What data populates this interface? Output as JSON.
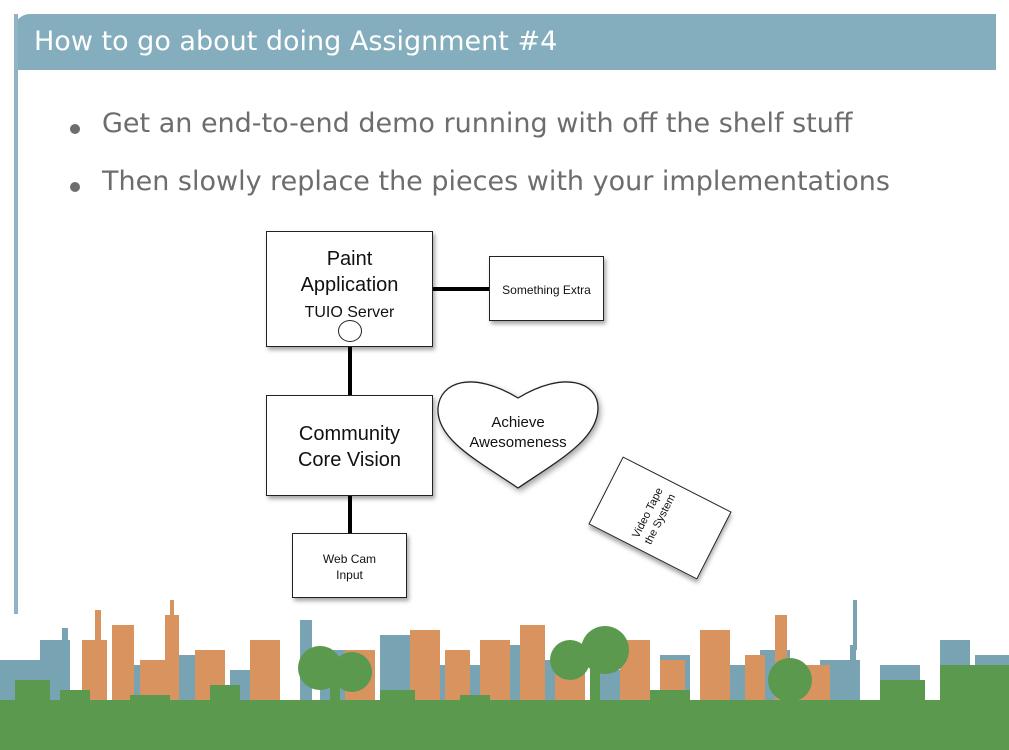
{
  "title": "How to go about doing Assignment #4",
  "bullets": [
    "Get an end-to-end demo running with off the shelf stuff",
    "Then slowly replace the pieces with your implementations"
  ],
  "diagram": {
    "paint_line1": "Paint",
    "paint_line2": "Application",
    "paint_sub": "TUIO Server",
    "extra": "Something Extra",
    "ccv_line1": "Community",
    "ccv_line2": "Core Vision",
    "webcam_line1": "Web Cam",
    "webcam_line2": "Input",
    "heart_line1": "Achieve",
    "heart_line2": "Awesomeness",
    "tape_line1": "Video Tape",
    "tape_line2": "the System"
  },
  "colors": {
    "title_bar": "#84adbd",
    "bullet_text": "#6d6d6d",
    "skyline_back": "#6a9aab",
    "skyline_mid": "#d9935e",
    "skyline_front": "#5b9a4e"
  }
}
